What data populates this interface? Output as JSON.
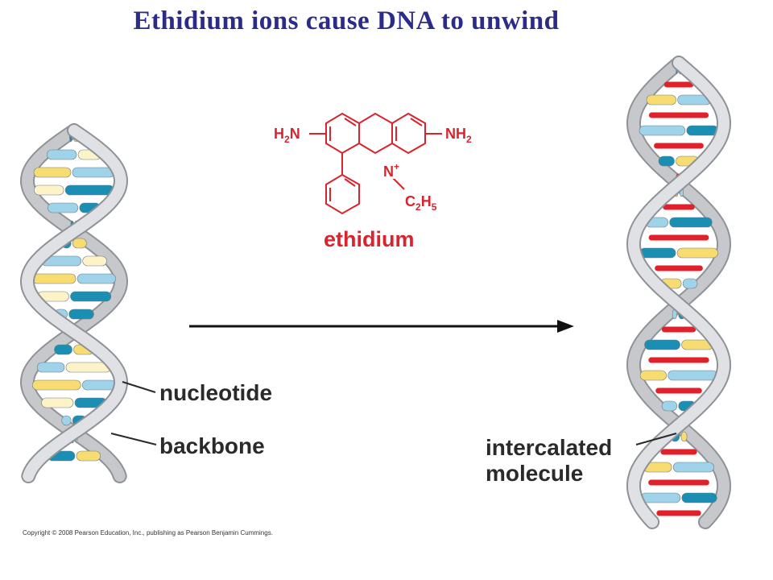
{
  "title": "Ethidium ions cause DNA to unwind",
  "molecule": {
    "name": "ethidium",
    "left_group_main": "H",
    "left_group_sub": "2",
    "left_group_tail": "N",
    "right_group_main": "NH",
    "right_group_sub": "2",
    "ring_nitrogen": "N",
    "ring_charge": "+",
    "ethyl_c": "C",
    "ethyl_c_sub": "2",
    "ethyl_h": "H",
    "ethyl_h_sub": "5"
  },
  "labels": {
    "nucleotide": "nucleotide",
    "backbone": "backbone",
    "intercalated_line1": "intercalated",
    "intercalated_line2": "molecule"
  },
  "copyright": "Copyright © 2008 Pearson Education, Inc., publishing as Pearson Benjamin Cummings.",
  "colors": {
    "title": "#2b2b8a",
    "chemical": "#d9232e",
    "backbone": "#c6c8cc",
    "backbone_edge": "#8f9297",
    "base_dark": "#1a8fb3",
    "base_light": "#9fd3ea",
    "base_yellow": "#f7dc72",
    "base_cream": "#fdf3c8",
    "intercalator": "#e0202a",
    "arrow": "#111111"
  }
}
